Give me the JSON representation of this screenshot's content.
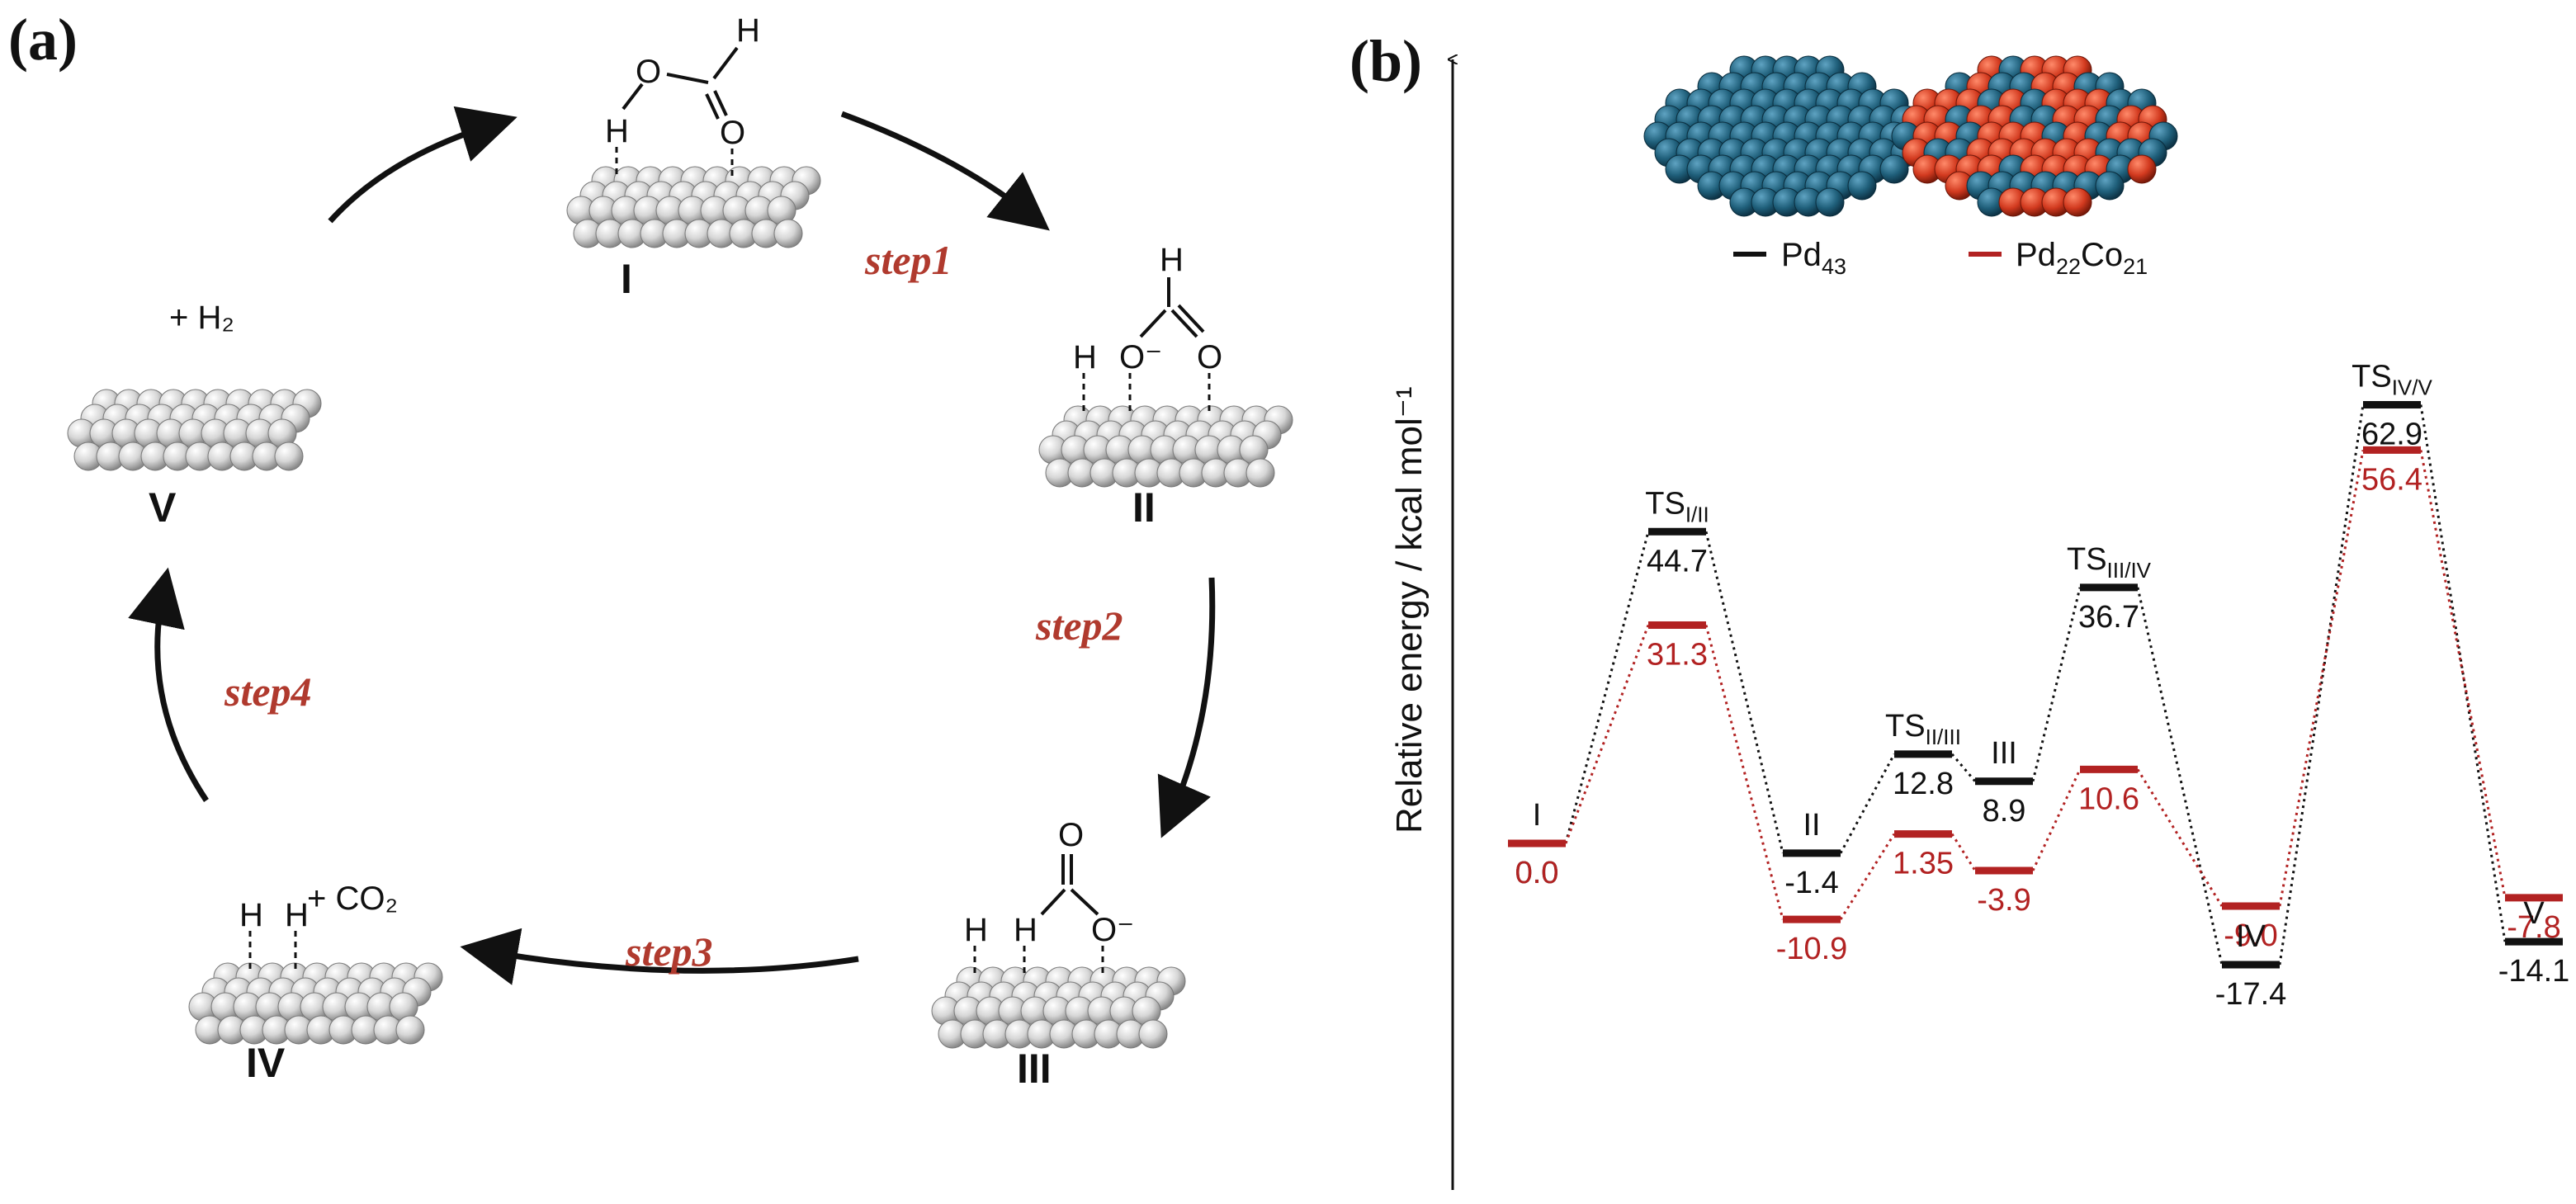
{
  "panel_a": {
    "label": "(a)",
    "steps": [
      "step1",
      "step2",
      "step3",
      "step4"
    ],
    "states": [
      "I",
      "II",
      "III",
      "IV",
      "V"
    ],
    "gas_h2": "+ H₂",
    "gas_co2": "+ CO₂",
    "atoms": {
      "H": "H",
      "O": "O",
      "O_minus": "O⁻"
    }
  },
  "panel_b": {
    "label": "(b)"
  },
  "chart_data": {
    "type": "line",
    "title": "",
    "xlabel": "",
    "ylabel": "Relative energy / kcal mol⁻¹",
    "categories": [
      "I",
      "TS_I/II",
      "II",
      "TS_II/III",
      "III",
      "TS_III/IV",
      "IV",
      "TS_IV/V",
      "V"
    ],
    "state_labels": [
      {
        "main": "I",
        "sub": ""
      },
      {
        "main": "TS",
        "sub": "I/II"
      },
      {
        "main": "II",
        "sub": ""
      },
      {
        "main": "TS",
        "sub": "II/III"
      },
      {
        "main": "III",
        "sub": ""
      },
      {
        "main": "TS",
        "sub": "III/IV"
      },
      {
        "main": "IV",
        "sub": ""
      },
      {
        "main": "TS",
        "sub": "IV/V"
      },
      {
        "main": "V",
        "sub": ""
      }
    ],
    "series": [
      {
        "name": "Pd43",
        "legend_main": "Pd",
        "legend_sub": "43",
        "color": "#111111",
        "values": [
          0.0,
          44.7,
          -1.4,
          12.8,
          8.9,
          36.7,
          -17.4,
          62.9,
          -14.1
        ],
        "labels": [
          "0.0",
          "44.7",
          "-1.4",
          "12.8",
          "8.9",
          "36.7",
          "-17.4",
          "62.9",
          "-14.1"
        ]
      },
      {
        "name": "Pd22Co21",
        "legend_parts": [
          [
            "Pd",
            ""
          ],
          [
            "22",
            "sub"
          ],
          [
            "Co",
            ""
          ],
          [
            "21",
            "sub"
          ]
        ],
        "color": "#b22222",
        "values": [
          0.0,
          31.3,
          -10.9,
          1.35,
          -3.9,
          10.6,
          -9.0,
          56.4,
          -7.8
        ],
        "labels": [
          "0.0",
          "31.3",
          "-10.9",
          "1.35",
          "-3.9",
          "10.6",
          "-9.0",
          "56.4",
          "-7.8"
        ]
      }
    ],
    "y_axis_ticks_shown": false,
    "grid": false,
    "legend_position": "top-center",
    "colors": {
      "pd43": "#111111",
      "pd22co21": "#b22222",
      "pd_atom": "#1f5f7a",
      "co_atom": "#d23a1f"
    }
  }
}
